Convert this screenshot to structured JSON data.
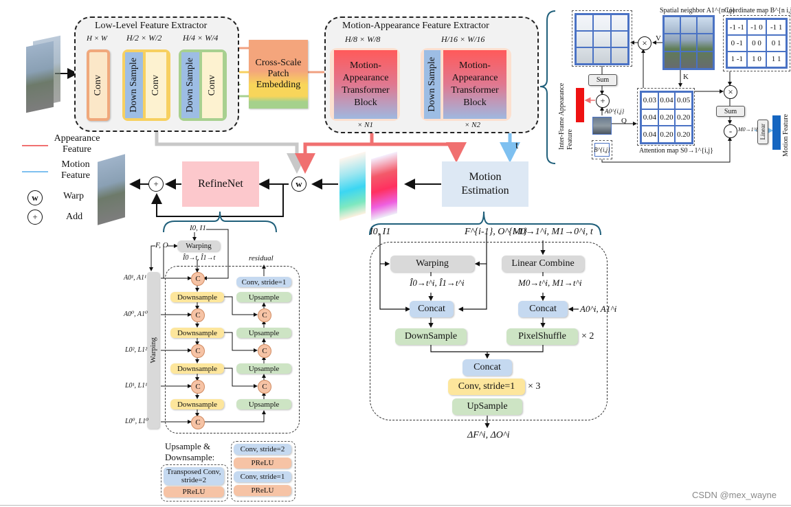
{
  "legend": {
    "appearance_label": "Appearance Feature",
    "motion_label": "Motion Feature",
    "warp_symbol": "w",
    "warp_label": "Warp",
    "add_symbol": "+",
    "add_label": "Add",
    "appearance_color": "#f07070",
    "motion_color": "#7ec0f0"
  },
  "low_level": {
    "title": "Low-Level Feature Extractor",
    "dims": [
      "H × W",
      "H/2 × W/2",
      "H/4 × W/4"
    ],
    "conv1": "Conv",
    "ds1": "Down Sample",
    "conv2": "Conv",
    "ds2": "Down Sample",
    "conv3": "Conv"
  },
  "cross_scale": {
    "label": "Cross-Scale Patch Embedding"
  },
  "motion_appearance": {
    "title": "Motion-Appearance Feature Extractor",
    "dims": [
      "H/8 × W/8",
      "H/16 × W/16"
    ],
    "block1": "Motion-Appearance Transformer Block",
    "ds": "Down Sample",
    "block2": "Motion-Appearance Transformer Block",
    "n1": "× N1",
    "n2": "× N2"
  },
  "main_flow": {
    "refinenet": "RefineNet",
    "motion_estimation": "Motion Estimation",
    "warp_symbol": "w",
    "add_symbol": "+",
    "t_label": "t"
  },
  "attention_panel": {
    "spatial_neighbor": "Spatial neighbor A1^{n i,j}",
    "coordinate_map": "Coordinate map B^{n i,j}",
    "coord_values": [
      "-1 -1",
      "-1 0",
      "-1 1",
      "0 -1",
      "0 0",
      "0 1",
      "1 -1",
      "1 0",
      "1 1"
    ],
    "attention_values": [
      "0.03",
      "0.04",
      "0.05",
      "0.04",
      "0.20",
      "0.20",
      "0.04",
      "0.20",
      "0.20"
    ],
    "attention_label": "Attention map S0→1^{i,j}",
    "sum1": "Sum",
    "sum2": "Sum",
    "linear": "Linear",
    "v": "V",
    "k": "K",
    "q": "Q",
    "a0": "A0^{i,j}",
    "b": "B^{i,j}",
    "m": "M0→1^{i,j}",
    "inter_frame": "Inter-Frame Appearance Feature",
    "motion_feature": "Motion Feature",
    "times": "×",
    "plus": "+",
    "minus": "-"
  },
  "refine_detail": {
    "inputs_top": "I0, I1",
    "fo": "F, O",
    "warping": "Warping",
    "warped": "Î0→t, Î1→t",
    "residual": "residual",
    "side_warping": "Warping",
    "levels": [
      "A0¹, A1¹",
      "A0⁰, A1⁰",
      "L0², L1²",
      "L0¹, L1¹",
      "L0⁰, L1⁰"
    ],
    "c": "C",
    "downsample": "Downsample",
    "upsample": "Upsample",
    "conv_s1": "Conv, stride=1",
    "up_down_title": "Upsample & Downsample:",
    "transposed": "Transposed Conv, stride=2",
    "prelu": "PReLU",
    "conv_s2": "Conv, stride=2",
    "conv_s1b": "Conv, stride=1"
  },
  "motion_detail": {
    "i0i1": "I0, I1",
    "fo_prev": "F^{i-1}, O^{i-1}",
    "m_inputs": "M0→1^i, M1→0^i, t",
    "warping": "Warping",
    "linear_combine": "Linear Combine",
    "warped": "Î0→t^i, Î1→t^i",
    "m_t": "M0→t^i, M1→t^i",
    "concat": "Concat",
    "a_inputs": "A0^i, A1^i",
    "downsample": "DownSample",
    "pixelshuffle": "PixelShuffle",
    "x2": "× 2",
    "concat2": "Concat",
    "conv": "Conv, stride=1",
    "x3": "× 3",
    "upsample": "UpSample",
    "output": "ΔF^i, ΔO^i"
  },
  "watermark": "CSDN @mex_wayne"
}
